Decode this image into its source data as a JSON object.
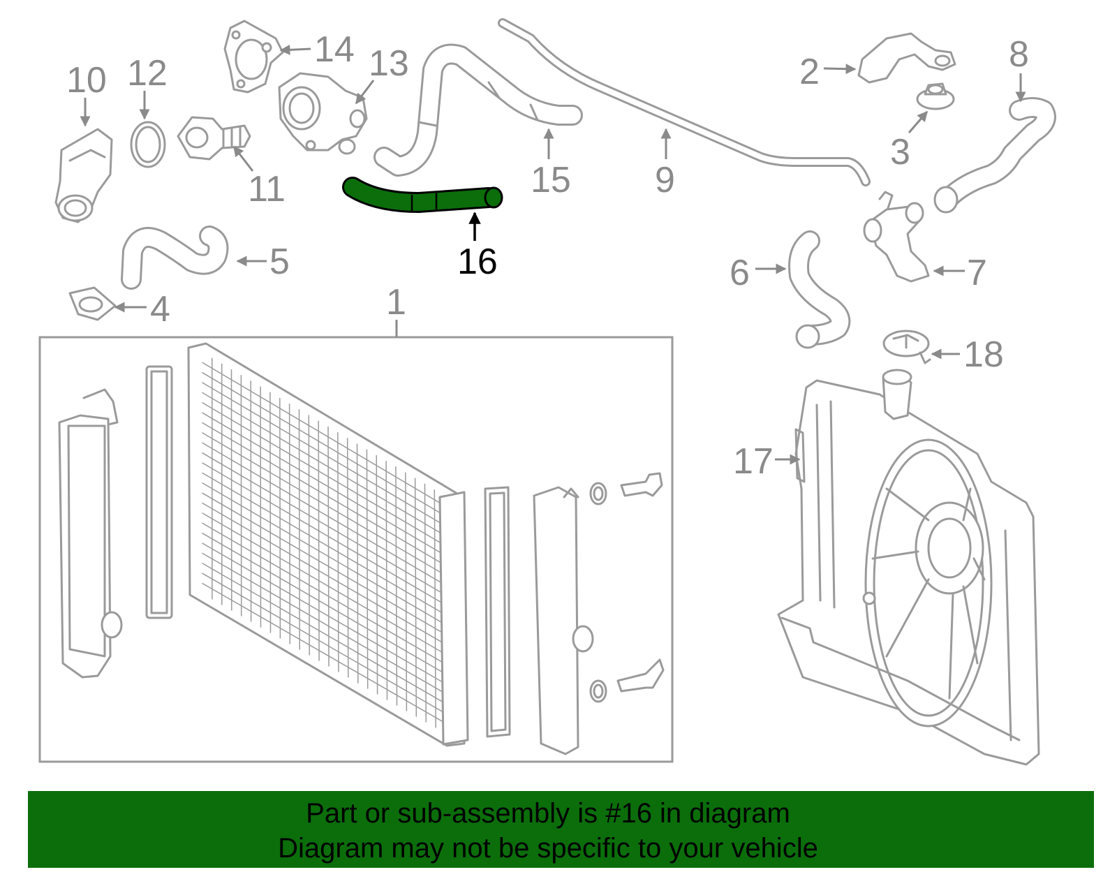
{
  "colors": {
    "highlight": "#0b6e0b",
    "outline": "#9a9a9a",
    "banner": "#0b6e0b"
  },
  "callouts": {
    "c1": "1",
    "c2": "2",
    "c3": "3",
    "c4": "4",
    "c5": "5",
    "c6": "6",
    "c7": "7",
    "c8": "8",
    "c9": "9",
    "c10": "10",
    "c11": "11",
    "c12": "12",
    "c13": "13",
    "c14": "14",
    "c15": "15",
    "c16": "16",
    "c17": "17",
    "c18": "18"
  },
  "banner": {
    "line1": "Part or sub-assembly is #16 in diagram",
    "line2": "Diagram may not be specific to your vehicle"
  }
}
